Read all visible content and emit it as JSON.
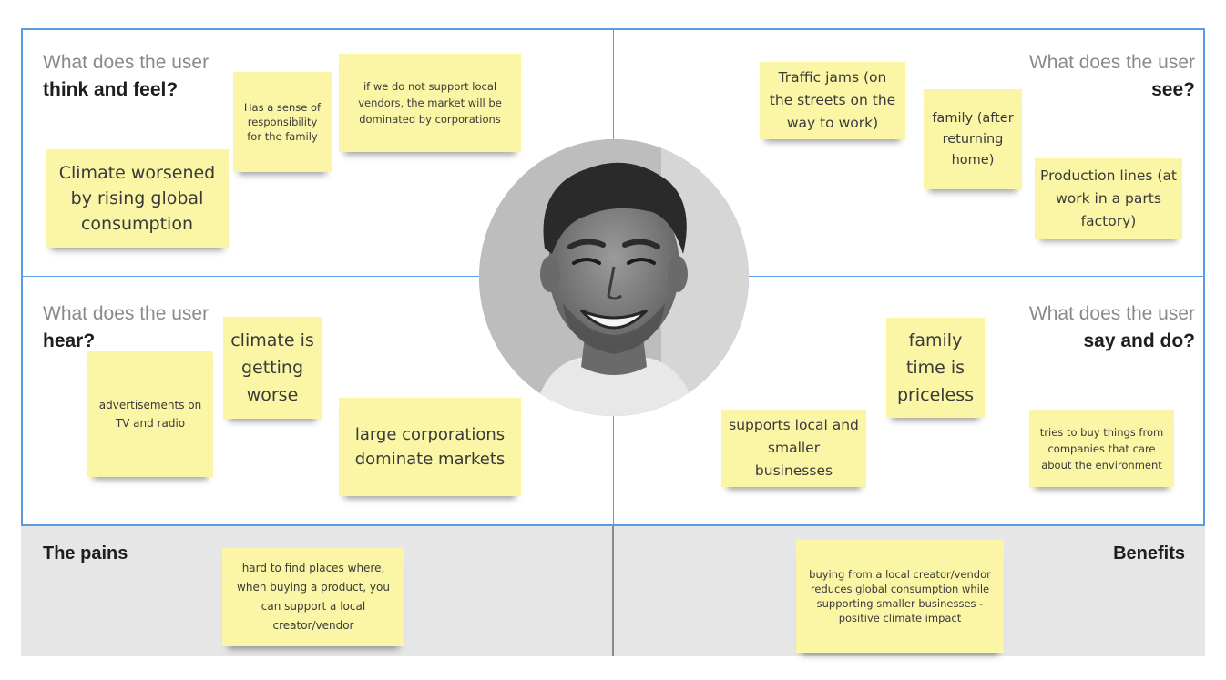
{
  "quadrants": {
    "think_feel": {
      "label_light": "What does the user",
      "label_bold": "think and feel?"
    },
    "see": {
      "label_light": "What does the user",
      "label_bold": "see?"
    },
    "hear": {
      "label_light": "What does the user",
      "label_bold": "hear?"
    },
    "say_do": {
      "label_light": "What does the user",
      "label_bold": "say and do?"
    }
  },
  "bottom": {
    "pains_label": "The pains",
    "benefits_label": "Benefits"
  },
  "notes": {
    "responsibility": "Has a sense of responsibility for the family",
    "local_vendors": "if we do not support local vendors, the market will be dominated by corporations",
    "climate_worsened": "Climate worsened by rising global consumption",
    "traffic": "Traffic jams (on the streets on the way to work)",
    "family_see": "family (after returning home)",
    "production": "Production lines (at work in a parts factory)",
    "climate_worse": "climate is getting worse",
    "ads": "advertisements on TV and radio",
    "corporations": "large corporations dominate markets",
    "family_time": "family time is priceless",
    "supports_local": "supports local and smaller businesses",
    "environment": "tries to buy things from companies that care about the environment",
    "pain": "hard to find places where, when buying a product, you can support a local creator/vendor",
    "benefit": "buying from a local creator/vendor reduces global consumption while supporting smaller businesses - positive climate impact"
  },
  "colors": {
    "border": "#5b9bdf",
    "note": "#fbf5a6",
    "bottom_bg": "#e6e6e6"
  }
}
